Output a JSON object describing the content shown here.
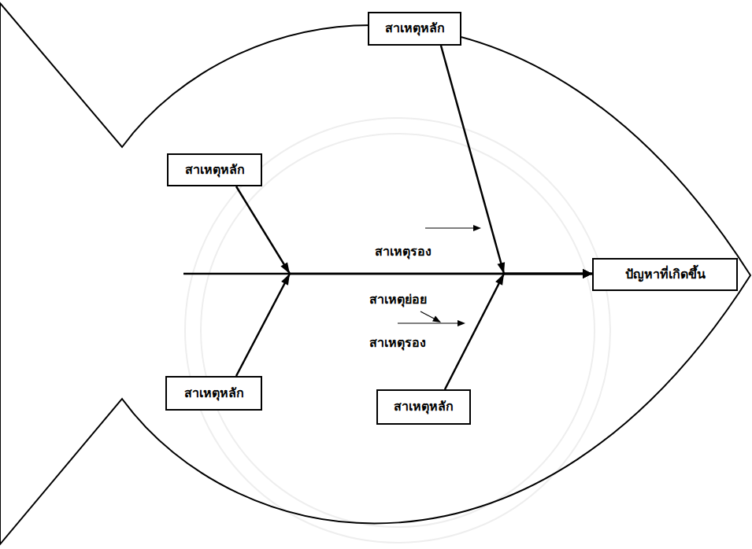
{
  "diagram": {
    "nodes": [
      {
        "text": [
          "สาเหตุหลัก"
        ]
      },
      {
        "text": [
          "สาเหตุหลัก"
        ]
      },
      {
        "text": [
          "ปัญหาที่เกิดขึ้น"
        ]
      },
      {
        "text": [
          "สาเหตุหลัก"
        ]
      },
      {
        "text": [
          "สาเหตุหลัก"
        ]
      }
    ],
    "edges": [
      {
        "from": 1,
        "to": 2,
        "arrow": "to"
      },
      {
        "from": 0,
        "to": 2,
        "arrow": "to"
      },
      {
        "from": 3,
        "to": 2,
        "arrow": "to"
      },
      {
        "from": 4,
        "to": 2,
        "arrow": "to"
      }
    ],
    "labels": [
      "สาเหตุรอง",
      "สาเหตุย่อย",
      "สาเหตุรอง"
    ]
  }
}
